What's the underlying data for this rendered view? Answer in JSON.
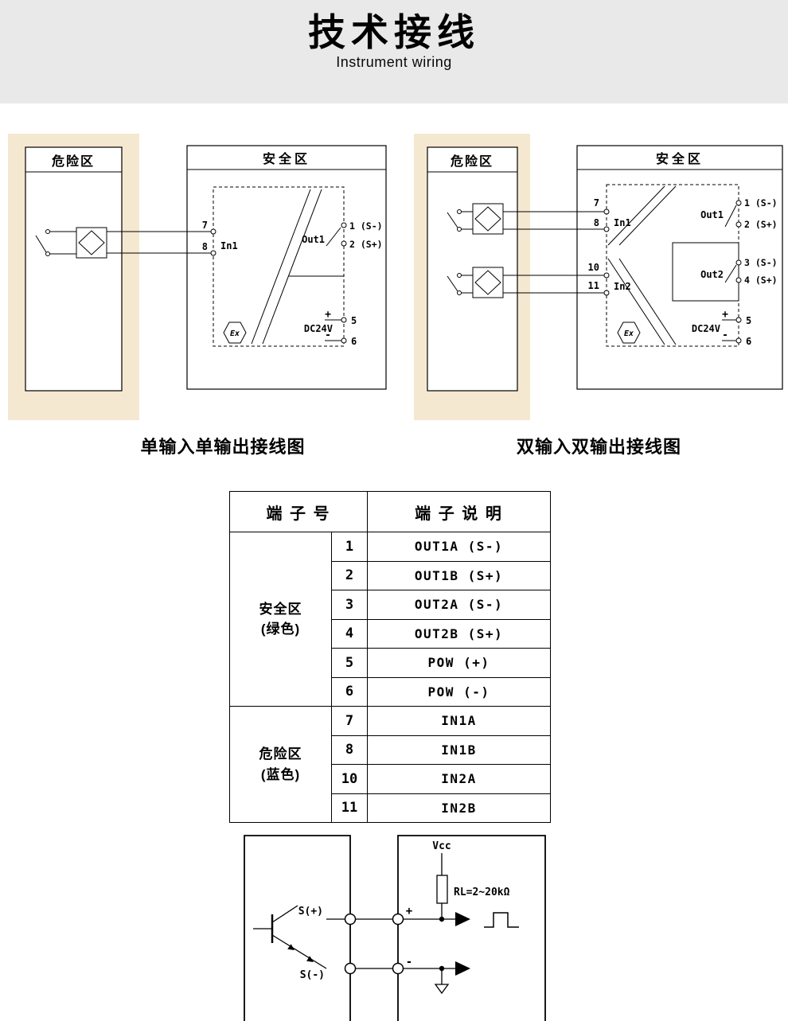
{
  "header": {
    "title": "技术接线",
    "subtitle": "Instrument wiring"
  },
  "colors": {
    "header_bg": "#e9e9e9",
    "hazard_zone_bg": "#f5e8d0",
    "line": "#000000"
  },
  "diagram_single": {
    "caption": "单输入单输出接线图",
    "hazard_label": "危险区",
    "safe_label": "安全区",
    "t7": "7",
    "t8": "8",
    "in1": "In1",
    "out1": "Out1",
    "o1": "1 (S-)",
    "o2": "2 (S+)",
    "dc": "DC24V",
    "plus": "+",
    "t5": "5",
    "minus": "-",
    "t6": "6",
    "ex": "Ex"
  },
  "diagram_dual": {
    "caption": "双输入双输出接线图",
    "hazard_label": "危险区",
    "safe_label": "安全区",
    "t7": "7",
    "t8": "8",
    "in1": "In1",
    "t10": "10",
    "t11": "11",
    "in2": "In2",
    "out1": "Out1",
    "o1": "1 (S-)",
    "o2": "2 (S+)",
    "out2": "Out2",
    "o3": "3 (S-)",
    "o4": "4 (S+)",
    "dc": "DC24V",
    "plus": "+",
    "t5": "5",
    "minus": "-",
    "t6": "6",
    "ex": "Ex"
  },
  "table": {
    "header": {
      "col_terminal": "端 子 号",
      "col_desc": "端 子 说 明"
    },
    "groups": [
      {
        "label": "安全区\n(绿色)",
        "rows": [
          {
            "no": "1",
            "desc": "OUT1A (S-)"
          },
          {
            "no": "2",
            "desc": "OUT1B (S+)"
          },
          {
            "no": "3",
            "desc": "OUT2A (S-)"
          },
          {
            "no": "4",
            "desc": "OUT2B (S+)"
          },
          {
            "no": "5",
            "desc": "POW (+)"
          },
          {
            "no": "6",
            "desc": "POW (-)"
          }
        ]
      },
      {
        "label": "危险区\n(蓝色)",
        "rows": [
          {
            "no": "7",
            "desc": "IN1A"
          },
          {
            "no": "8",
            "desc": "IN1B"
          },
          {
            "no": "10",
            "desc": "IN2A"
          },
          {
            "no": "11",
            "desc": "IN2B"
          }
        ]
      }
    ]
  },
  "schematic": {
    "s_plus": "S(+)",
    "s_minus": "S(-)",
    "vcc": "Vcc",
    "rl": "RL=2~20kΩ",
    "plus": "+",
    "minus": "-"
  }
}
